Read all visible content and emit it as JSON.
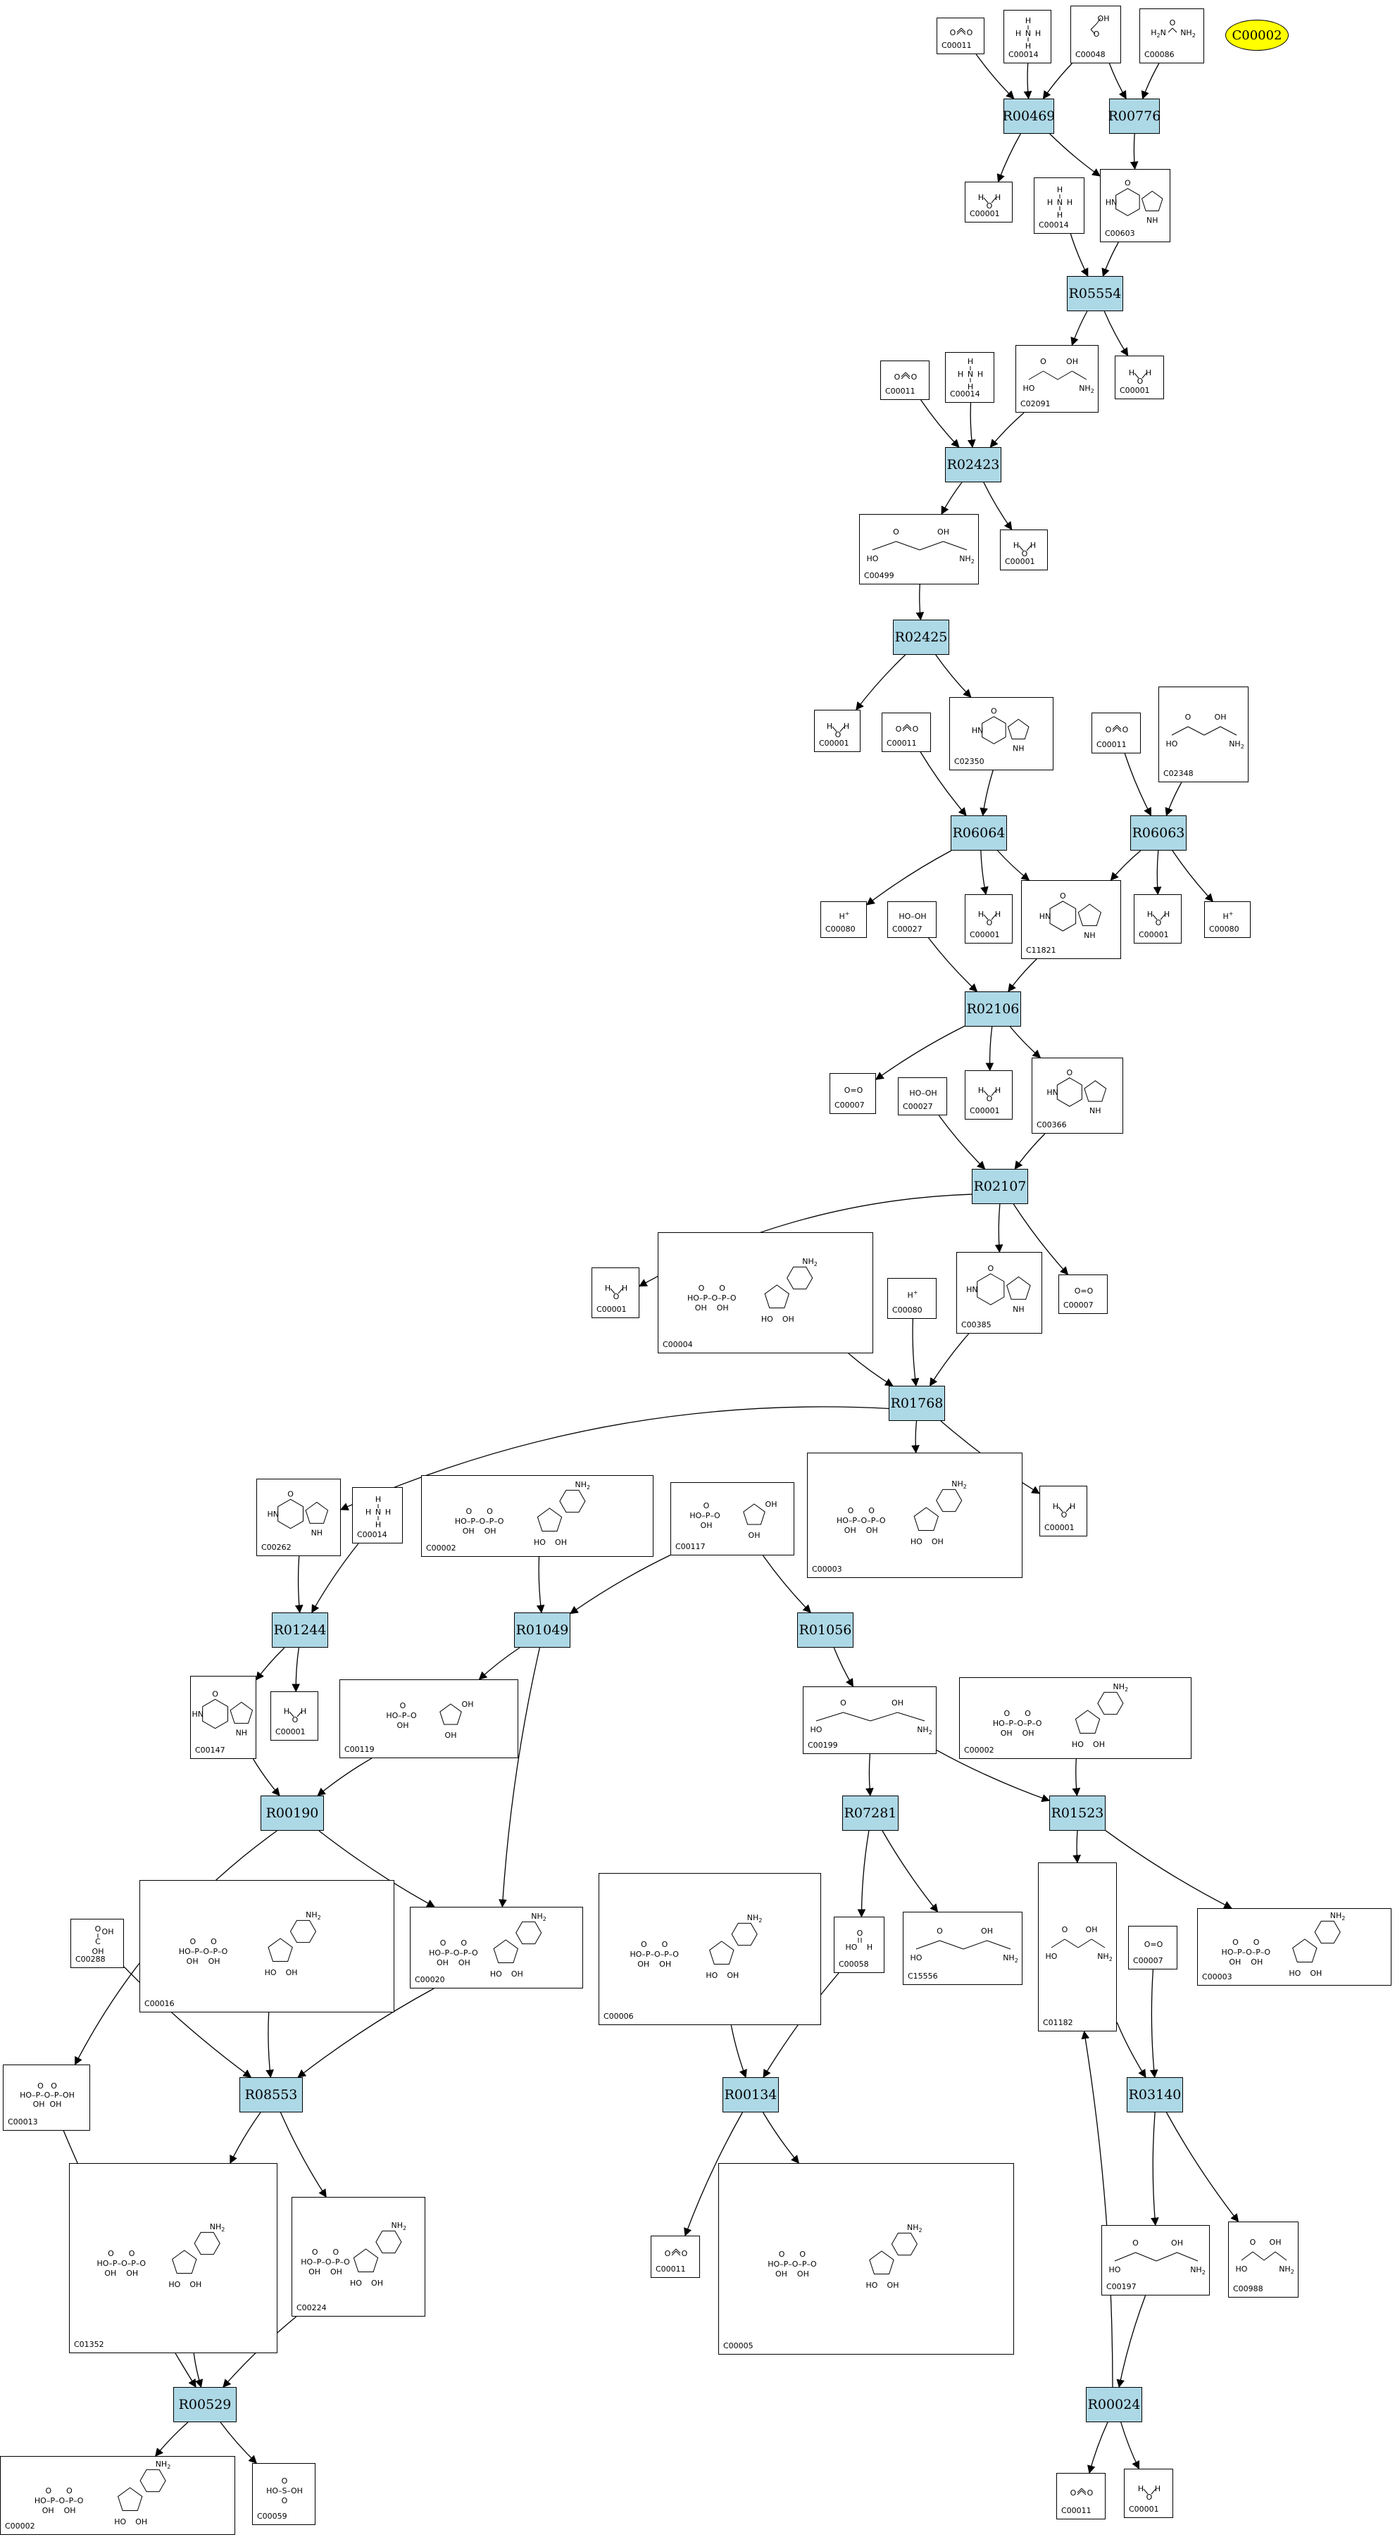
{
  "diagram": {
    "highlighted_compound": "C00002",
    "compounds": [
      {
        "id": "c-C00011-a",
        "label": "C00011",
        "icon": "carbon-dioxide"
      },
      {
        "id": "c-C00014-a",
        "label": "C00014",
        "icon": "ammonia"
      },
      {
        "id": "c-C00048",
        "label": "C00048",
        "icon": "glyoxylate"
      },
      {
        "id": "c-C00086",
        "label": "C00086",
        "icon": "urea"
      },
      {
        "id": "c-C00001-a",
        "label": "C00001",
        "icon": "water"
      },
      {
        "id": "c-C00603",
        "label": "C00603",
        "icon": "ring-structure"
      },
      {
        "id": "c-C00014-b",
        "label": "C00014",
        "icon": "ammonia"
      },
      {
        "id": "c-C00001-b",
        "label": "C00001",
        "icon": "water"
      },
      {
        "id": "c-C00011-b",
        "label": "C00011",
        "icon": "carbon-dioxide"
      },
      {
        "id": "c-C00014-c",
        "label": "C00014",
        "icon": "ammonia"
      },
      {
        "id": "c-C02091",
        "label": "C02091",
        "icon": "chain-structure"
      },
      {
        "id": "c-C00499",
        "label": "C00499",
        "icon": "chain-structure"
      },
      {
        "id": "c-C00001-c",
        "label": "C00001",
        "icon": "water"
      },
      {
        "id": "c-C00001-d",
        "label": "C00001",
        "icon": "water"
      },
      {
        "id": "c-C00011-c",
        "label": "C00011",
        "icon": "carbon-dioxide"
      },
      {
        "id": "c-C02350",
        "label": "C02350",
        "icon": "ring-structure"
      },
      {
        "id": "c-C00011-d",
        "label": "C00011",
        "icon": "carbon-dioxide"
      },
      {
        "id": "c-C02348",
        "label": "C02348",
        "icon": "chain-structure"
      },
      {
        "id": "c-C00080-a",
        "label": "C00080",
        "icon": "proton"
      },
      {
        "id": "c-C00027-a",
        "label": "C00027",
        "icon": "hydrogen-peroxide"
      },
      {
        "id": "c-C00001-e",
        "label": "C00001",
        "icon": "water"
      },
      {
        "id": "c-C11821",
        "label": "C11821",
        "icon": "ring-structure"
      },
      {
        "id": "c-C00001-f",
        "label": "C00001",
        "icon": "water"
      },
      {
        "id": "c-C00080-b",
        "label": "C00080",
        "icon": "proton"
      },
      {
        "id": "c-C00007-a",
        "label": "C00007",
        "icon": "oxygen"
      },
      {
        "id": "c-C00027-b",
        "label": "C00027",
        "icon": "hydrogen-peroxide"
      },
      {
        "id": "c-C00001-g",
        "label": "C00001",
        "icon": "water"
      },
      {
        "id": "c-C00366",
        "label": "C00366",
        "icon": "ring-structure"
      },
      {
        "id": "c-C00001-h",
        "label": "C00001",
        "icon": "water"
      },
      {
        "id": "c-C00004",
        "label": "C00004",
        "icon": "nucleotide-structure"
      },
      {
        "id": "c-C00080-c",
        "label": "C00080",
        "icon": "proton"
      },
      {
        "id": "c-C00385",
        "label": "C00385",
        "icon": "ring-structure"
      },
      {
        "id": "c-C00007-b",
        "label": "C00007",
        "icon": "oxygen"
      },
      {
        "id": "c-C00262",
        "label": "C00262",
        "icon": "ring-structure"
      },
      {
        "id": "c-C00014-d",
        "label": "C00014",
        "icon": "ammonia"
      },
      {
        "id": "c-C00002-a",
        "label": "C00002",
        "icon": "nucleotide-structure"
      },
      {
        "id": "c-C00117",
        "label": "C00117",
        "icon": "sugar-phosphate-structure"
      },
      {
        "id": "c-C00003-a",
        "label": "C00003",
        "icon": "nucleotide-structure"
      },
      {
        "id": "c-C00001-i",
        "label": "C00001",
        "icon": "water"
      },
      {
        "id": "c-C00147",
        "label": "C00147",
        "icon": "ring-structure"
      },
      {
        "id": "c-C00001-j",
        "label": "C00001",
        "icon": "water"
      },
      {
        "id": "c-C00119",
        "label": "C00119",
        "icon": "sugar-phosphate-structure"
      },
      {
        "id": "c-C00199",
        "label": "C00199",
        "icon": "chain-structure"
      },
      {
        "id": "c-C00002-b",
        "label": "C00002",
        "icon": "nucleotide-structure"
      },
      {
        "id": "c-C00016",
        "label": "C00016",
        "icon": "nucleotide-structure"
      },
      {
        "id": "c-C00020",
        "label": "C00020",
        "icon": "nucleotide-structure"
      },
      {
        "id": "c-C00006",
        "label": "C00006",
        "icon": "nucleotide-structure"
      },
      {
        "id": "c-C00058",
        "label": "C00058",
        "icon": "formate"
      },
      {
        "id": "c-C15556",
        "label": "C15556",
        "icon": "chain-structure"
      },
      {
        "id": "c-C01182",
        "label": "C01182",
        "icon": "chain-structure"
      },
      {
        "id": "c-C00003-b",
        "label": "C00003",
        "icon": "nucleotide-structure"
      },
      {
        "id": "c-C00288",
        "label": "C00288",
        "icon": "bicarbonate"
      },
      {
        "id": "c-C00013",
        "label": "C00013",
        "icon": "pyrophosphate"
      },
      {
        "id": "c-C00007-c",
        "label": "C00007",
        "icon": "oxygen"
      },
      {
        "id": "c-C01352",
        "label": "C01352",
        "icon": "nucleotide-structure"
      },
      {
        "id": "c-C00224",
        "label": "C00224",
        "icon": "nucleotide-structure"
      },
      {
        "id": "c-C00011-e",
        "label": "C00011",
        "icon": "carbon-dioxide"
      },
      {
        "id": "c-C00005",
        "label": "C00005",
        "icon": "nucleotide-structure"
      },
      {
        "id": "c-C00197",
        "label": "C00197",
        "icon": "chain-structure"
      },
      {
        "id": "c-C00988",
        "label": "C00988",
        "icon": "chain-structure"
      },
      {
        "id": "c-C00002-c",
        "label": "C00002",
        "icon": "nucleotide-structure"
      },
      {
        "id": "c-C00059",
        "label": "C00059",
        "icon": "sulfate"
      },
      {
        "id": "c-C00011-f",
        "label": "C00011",
        "icon": "carbon-dioxide"
      },
      {
        "id": "c-C00001-k",
        "label": "C00001",
        "icon": "water"
      }
    ],
    "reactions": [
      {
        "id": "r-R00469",
        "label": "R00469"
      },
      {
        "id": "r-R00776",
        "label": "R00776"
      },
      {
        "id": "r-R05554",
        "label": "R05554"
      },
      {
        "id": "r-R02423",
        "label": "R02423"
      },
      {
        "id": "r-R02425",
        "label": "R02425"
      },
      {
        "id": "r-R06064",
        "label": "R06064"
      },
      {
        "id": "r-R06063",
        "label": "R06063"
      },
      {
        "id": "r-R02106",
        "label": "R02106"
      },
      {
        "id": "r-R02107",
        "label": "R02107"
      },
      {
        "id": "r-R01768",
        "label": "R01768"
      },
      {
        "id": "r-R01244",
        "label": "R01244"
      },
      {
        "id": "r-R01049",
        "label": "R01049"
      },
      {
        "id": "r-R01056",
        "label": "R01056"
      },
      {
        "id": "r-R00190",
        "label": "R00190"
      },
      {
        "id": "r-R07281",
        "label": "R07281"
      },
      {
        "id": "r-R01523",
        "label": "R01523"
      },
      {
        "id": "r-R08553",
        "label": "R08553"
      },
      {
        "id": "r-R00134",
        "label": "R00134"
      },
      {
        "id": "r-R03140",
        "label": "R03140"
      },
      {
        "id": "r-R00529",
        "label": "R00529"
      },
      {
        "id": "r-R00024",
        "label": "R00024"
      }
    ]
  }
}
